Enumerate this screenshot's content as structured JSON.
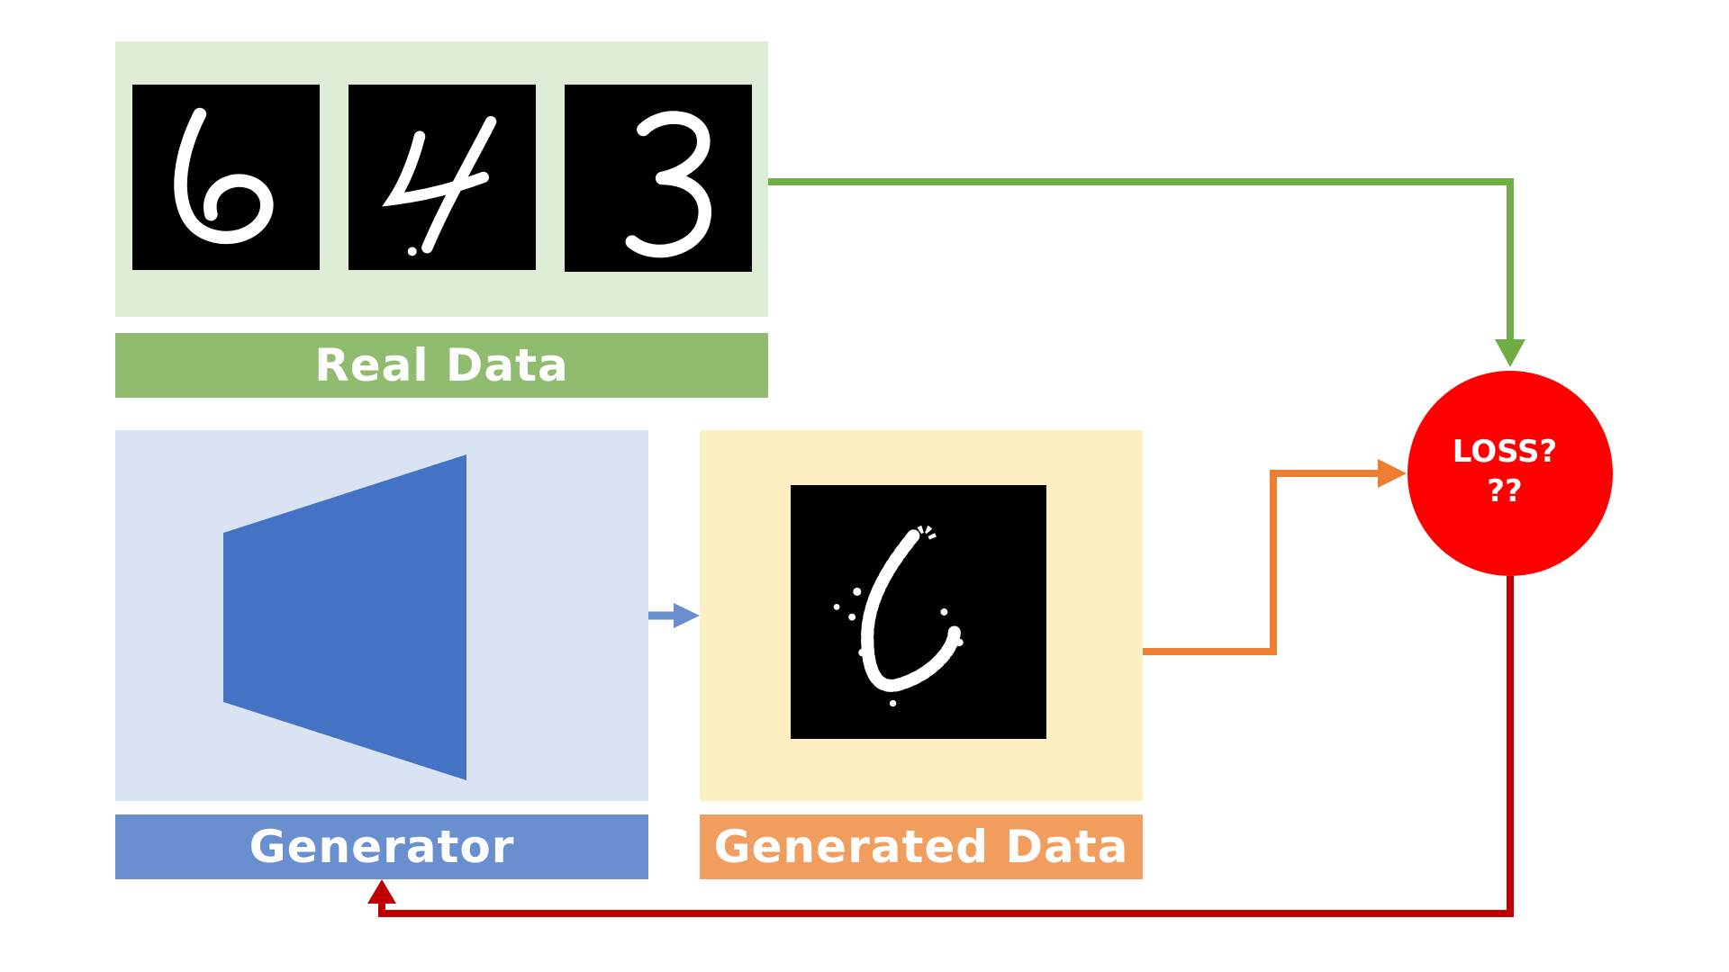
{
  "diagram": {
    "real_data": {
      "label": "Real Data",
      "digits": [
        "6",
        "4",
        "3"
      ]
    },
    "generator": {
      "label": "Generator"
    },
    "generated_data": {
      "label": "Generated Data",
      "sample": "6"
    },
    "loss": {
      "line1": "LOSS?",
      "line2": "??"
    }
  },
  "colors": {
    "real_bg": "#DEEBD5",
    "real_bar": "#8FBC6E",
    "gen_bg": "#DAE3F3",
    "gen_bar": "#6A8FCE",
    "gen_shape": "#4472C4",
    "generated_bg": "#FEEFC2",
    "generated_bar": "#F09D5E",
    "loss_circle": "#FF0000",
    "arrow_green": "#70AD47",
    "arrow_orange": "#ED7D31",
    "arrow_red": "#C00000",
    "arrow_blue": "#6A8FCE"
  }
}
